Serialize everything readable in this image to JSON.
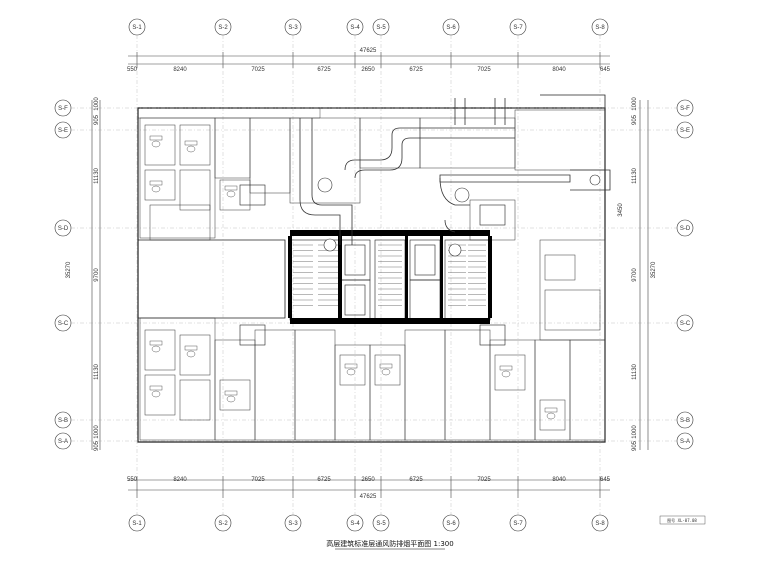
{
  "axes_top": [
    "S-1",
    "S-2",
    "S-3",
    "S-4",
    "S-5",
    "S-6",
    "S-7",
    "S-8"
  ],
  "axes_left": [
    "S-F",
    "S-E",
    "S-D",
    "S-C",
    "S-B",
    "S-A"
  ],
  "dims_top_total": "47625",
  "dims_top": [
    "550",
    "8240",
    "7025",
    "6725",
    "2650",
    "6725",
    "7025",
    "8040",
    "645"
  ],
  "dims_bottom": [
    "550",
    "8240",
    "7025",
    "6725",
    "2650",
    "6725",
    "7025",
    "8040",
    "645"
  ],
  "dims_bottom_total": "47625",
  "dims_left_total": "35270",
  "dims_left": [
    "1000",
    "905",
    "11130",
    "9700",
    "11130",
    "1000",
    "905"
  ],
  "dims_right_total": "35270",
  "dims_right": [
    "1000",
    "905",
    "11130",
    "9700",
    "11130",
    "1000",
    "905"
  ],
  "dim_mid_right": "3450",
  "title": "高层建筑标准层通风防排烟平面图 1:300",
  "stamp": "图号 XL-07.08",
  "colors": {
    "line": "#333333",
    "heavy": "#000000",
    "duct": "#555555"
  }
}
